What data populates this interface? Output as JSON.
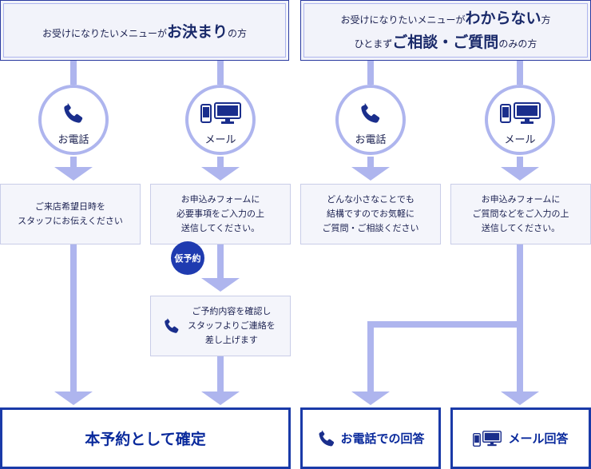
{
  "headers": {
    "left": {
      "pre": "お受けになりたいメニューが",
      "emph": "お決まり",
      "post": "の方"
    },
    "right": {
      "line1_pre": "お受けになりたいメニューが",
      "line1_emph": "わからない",
      "line1_post": "方",
      "line2_pre": "ひとまず",
      "line2_emph": "ご相談・ご質問",
      "line2_post": "のみの方"
    }
  },
  "circles": {
    "phone_label": "お電話",
    "mail_label": "メール"
  },
  "boxes": {
    "b1": "ご来店希望日時を\nスタッフにお伝えください",
    "b2": "お申込みフォームに\n必要事項をご入力の上\n送信してください。",
    "b3": "どんな小さなことでも\n結構ですのでお気軽に\nご質問・ご相談ください",
    "b4": "お申込みフォームに\nご質問などをご入力の上\n送信してください。",
    "b5": "ご予約内容を確認し\nスタッフよりご連絡を\n差し上げます"
  },
  "badge": "仮予約",
  "finals": {
    "confirm": "本予約として確定",
    "phone_answer": "お電話での回答",
    "mail_answer": "メール回答"
  },
  "colors": {
    "line": "#aeb5ee",
    "accent": "#1f3bb0",
    "icon": "#1a2e8c"
  },
  "icons": [
    "phone-icon",
    "smartphone-icon",
    "monitor-icon"
  ]
}
